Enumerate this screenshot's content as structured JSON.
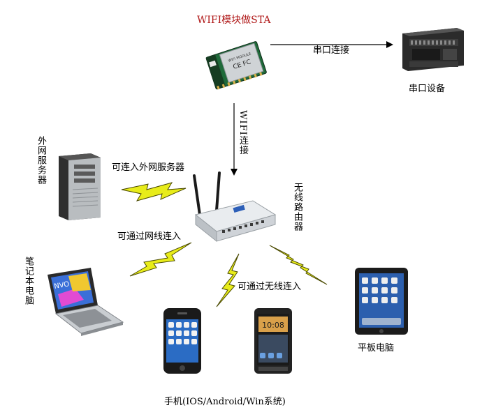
{
  "title": "WIFI模块做STA",
  "labels": {
    "serial_link": "串口连接",
    "serial_device": "串口设备",
    "wifi_link": "WIFI连接",
    "external_server": "外网服务器",
    "can_connect_server": "可连入外网服务器",
    "wireless_router": "无线路由器",
    "via_wired": "可通过网线连入",
    "via_wireless": "可通过无线连入",
    "laptop": "笔记本电脑",
    "tablet": "平板电脑",
    "phones": "手机(IOS/Android/Win系统)"
  },
  "colors": {
    "title": "#b01818",
    "lightning_fill": "#e8ec1a",
    "lightning_stroke": "#4a4a00",
    "arrow": "#000000"
  },
  "icons": {
    "wifi_module": "wifi-module-icon",
    "plc": "serial-device-icon",
    "server": "server-tower-icon",
    "router": "router-icon",
    "laptop": "laptop-icon",
    "phone_1": "iphone-icon",
    "phone_2": "htc-phone-icon",
    "tablet": "ipad-icon"
  }
}
